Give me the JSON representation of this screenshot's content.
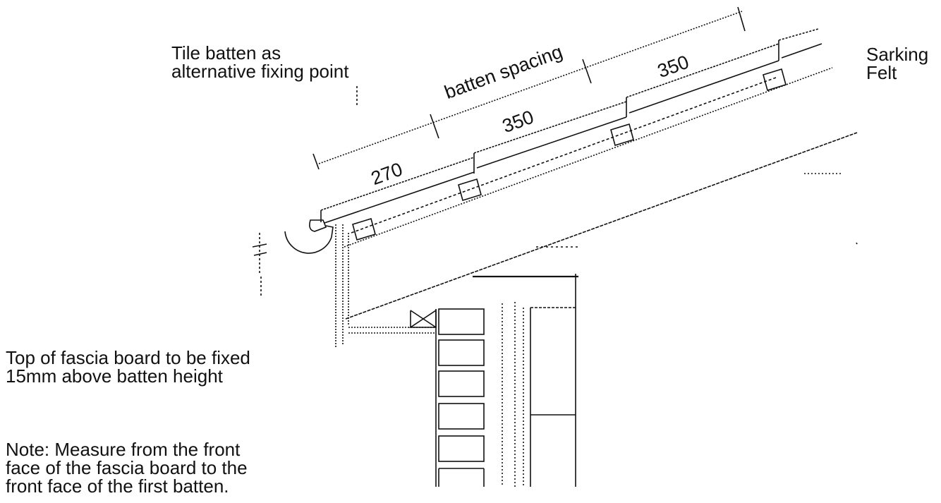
{
  "labels": {
    "tile_batten": [
      "Tile batten as",
      "alternative fixing point"
    ],
    "batten_spacing": "batten spacing",
    "sarking": [
      "Sarking",
      "Felt"
    ],
    "fascia_note": [
      "Top of fascia board to be fixed",
      "15mm above batten height"
    ],
    "measure_note": [
      "Note: Measure from the front",
      "face of the fascia board to the",
      "front face of the first batten."
    ]
  },
  "dimensions": [
    "270",
    "350",
    "350"
  ],
  "colors": {
    "line": "#111111",
    "background": "#ffffff"
  }
}
